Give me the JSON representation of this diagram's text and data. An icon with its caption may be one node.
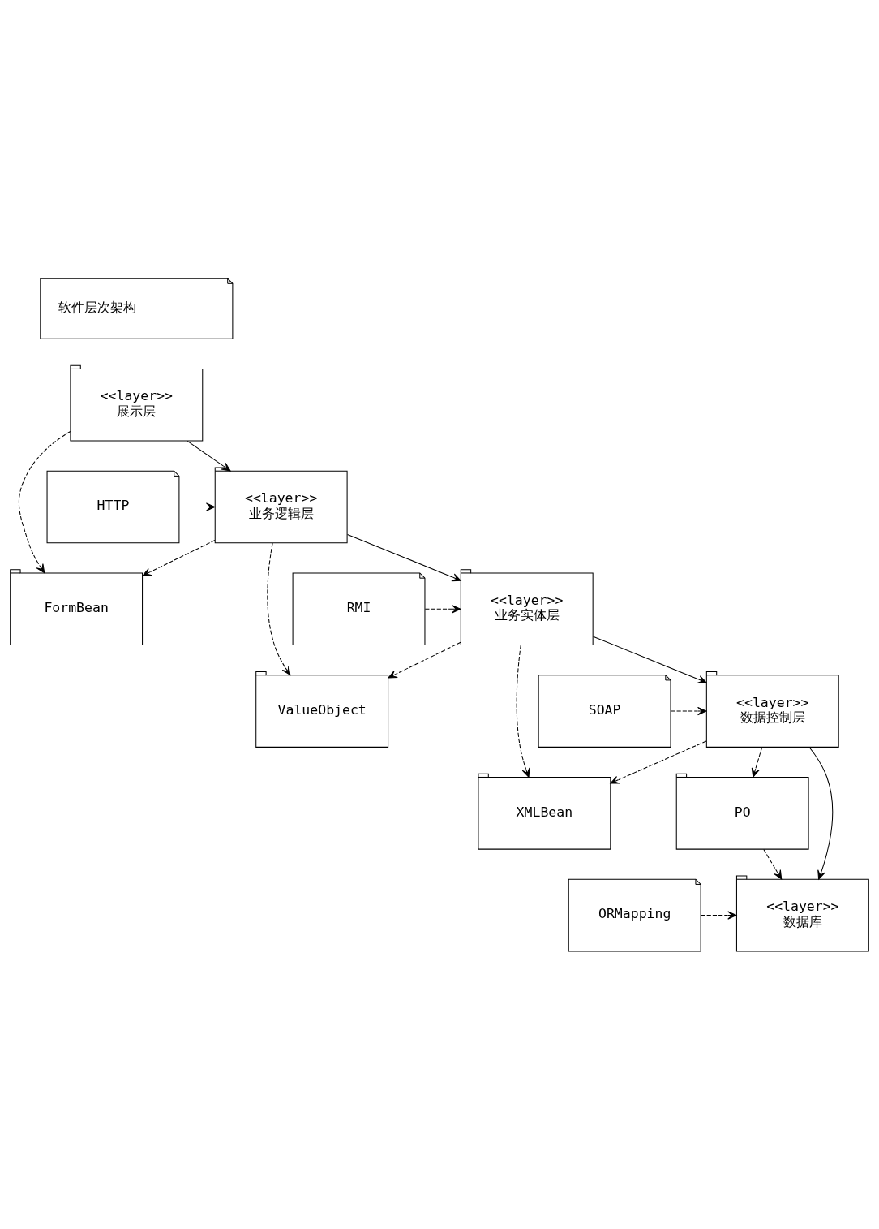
{
  "diagram": {
    "nodes": [
      {
        "text": [
          "软件层次架构"
        ]
      },
      {
        "text": [
          "<<layer>>",
          "展示层"
        ]
      },
      {
        "text": [
          "FormBean"
        ]
      },
      {
        "text": [
          "HTTP"
        ]
      },
      {
        "text": [
          "<<layer>>",
          "业务逻辑层"
        ]
      },
      {
        "text": [
          "RMI"
        ]
      },
      {
        "text": [
          "ValueObject"
        ]
      },
      {
        "text": [
          "<<layer>>",
          "业务实体层"
        ]
      },
      {
        "text": [
          "SOAP"
        ]
      },
      {
        "text": [
          "XMLBean"
        ]
      },
      {
        "text": [
          "<<layer>>",
          "数据控制层"
        ]
      },
      {
        "text": [
          "ORMapping"
        ]
      },
      {
        "text": [
          "PO"
        ]
      },
      {
        "text": [
          "<<layer>>",
          "数据库"
        ]
      }
    ],
    "edges": [
      {
        "from": 1,
        "to": 2,
        "arrow": "to",
        "style": "dashed"
      },
      {
        "from": 1,
        "to": 4,
        "arrow": "to"
      },
      {
        "from": 3,
        "to": 4,
        "arrow": "to",
        "style": "dashed"
      },
      {
        "from": 4,
        "to": 2,
        "arrow": "to",
        "style": "dashed"
      },
      {
        "from": 4,
        "to": 6,
        "arrow": "to",
        "style": "dashed"
      },
      {
        "from": 4,
        "to": 7,
        "arrow": "to"
      },
      {
        "from": 5,
        "to": 7,
        "arrow": "to",
        "style": "dashed"
      },
      {
        "from": 7,
        "to": 6,
        "arrow": "to",
        "style": "dashed"
      },
      {
        "from": 7,
        "to": 9,
        "arrow": "to",
        "style": "dashed"
      },
      {
        "from": 7,
        "to": 10,
        "arrow": "to"
      },
      {
        "from": 8,
        "to": 10,
        "arrow": "to",
        "style": "dashed"
      },
      {
        "from": 10,
        "to": 9,
        "arrow": "to",
        "style": "dashed"
      },
      {
        "from": 10,
        "to": 12,
        "arrow": "to",
        "style": "dashed"
      },
      {
        "from": 10,
        "to": 13,
        "arrow": "to"
      },
      {
        "from": 11,
        "to": 13,
        "arrow": "to",
        "style": "dashed"
      },
      {
        "from": 12,
        "to": 13,
        "arrow": "to",
        "style": "dashed"
      }
    ]
  }
}
